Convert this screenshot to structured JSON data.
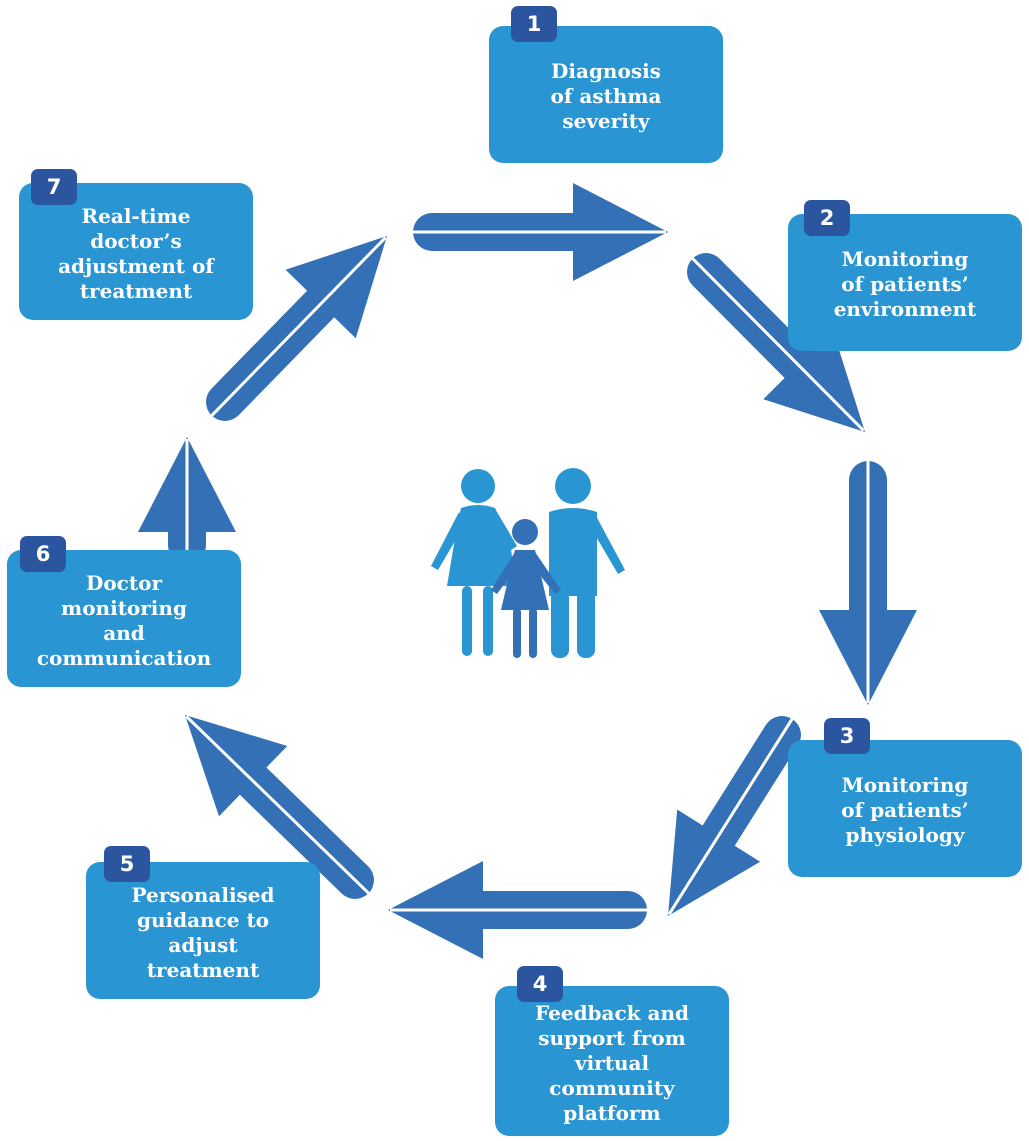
{
  "colors": {
    "box": "#2a95d3",
    "badge": "#2c55a0",
    "arrow": "#3370b6",
    "family_light": "#2a95d3",
    "family_child": "#3370b6"
  },
  "steps": [
    {
      "number": "1",
      "lines": [
        "Diagnosis",
        "of asthma",
        "severity"
      ]
    },
    {
      "number": "2",
      "lines": [
        "Monitoring",
        "of patients’",
        "environment"
      ]
    },
    {
      "number": "3",
      "lines": [
        "Monitoring",
        "of patients’",
        "physiology"
      ]
    },
    {
      "number": "4",
      "lines": [
        "Feedback and",
        "support from",
        "virtual community",
        "platform"
      ]
    },
    {
      "number": "5",
      "lines": [
        "Personalised",
        "guidance to adjust",
        "treatment"
      ]
    },
    {
      "number": "6",
      "lines": [
        "Doctor monitoring",
        "and",
        "communication"
      ]
    },
    {
      "number": "7",
      "lines": [
        "Real-time doctor’s",
        "adjustment of",
        "treatment"
      ]
    }
  ],
  "center_icon": "family-icon"
}
